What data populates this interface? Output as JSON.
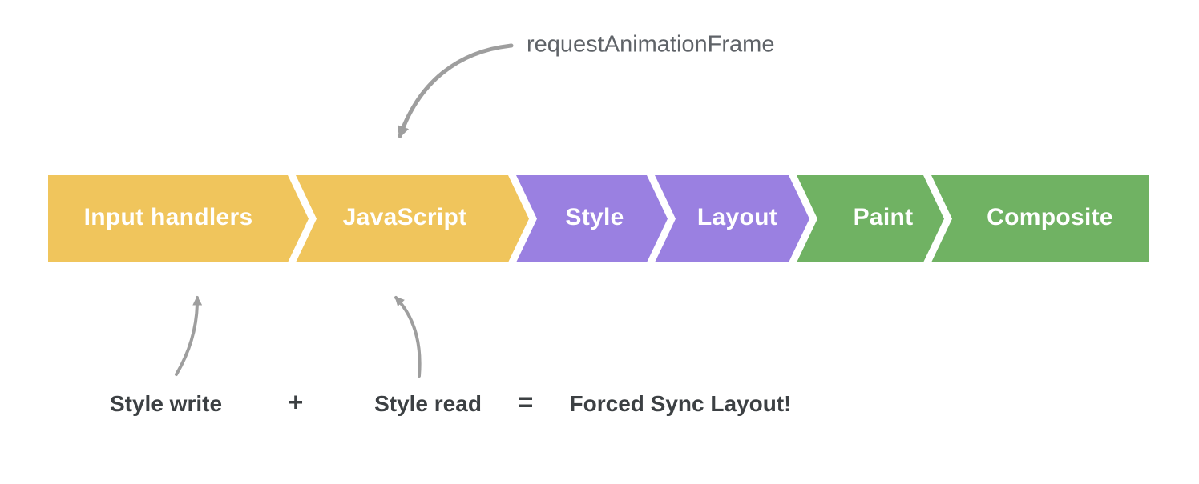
{
  "pipeline": {
    "segments": [
      {
        "label": "Input handlers",
        "color": "#F0C55C"
      },
      {
        "label": "JavaScript",
        "color": "#F0C55C"
      },
      {
        "label": "Style",
        "color": "#9A80E1"
      },
      {
        "label": "Layout",
        "color": "#9A80E1"
      },
      {
        "label": "Paint",
        "color": "#70B263"
      },
      {
        "label": "Composite",
        "color": "#70B263"
      }
    ],
    "label_color": "#FFFFFF"
  },
  "annotations": {
    "raf": "requestAnimationFrame",
    "style_write": "Style write",
    "plus": "+",
    "style_read": "Style read",
    "equals": "=",
    "result": "Forced Sync Layout!"
  },
  "colors": {
    "background": "#FFFFFF",
    "arrow": "#9E9E9E",
    "raf_text": "#5F6368",
    "annotation_text": "#3C4043"
  }
}
